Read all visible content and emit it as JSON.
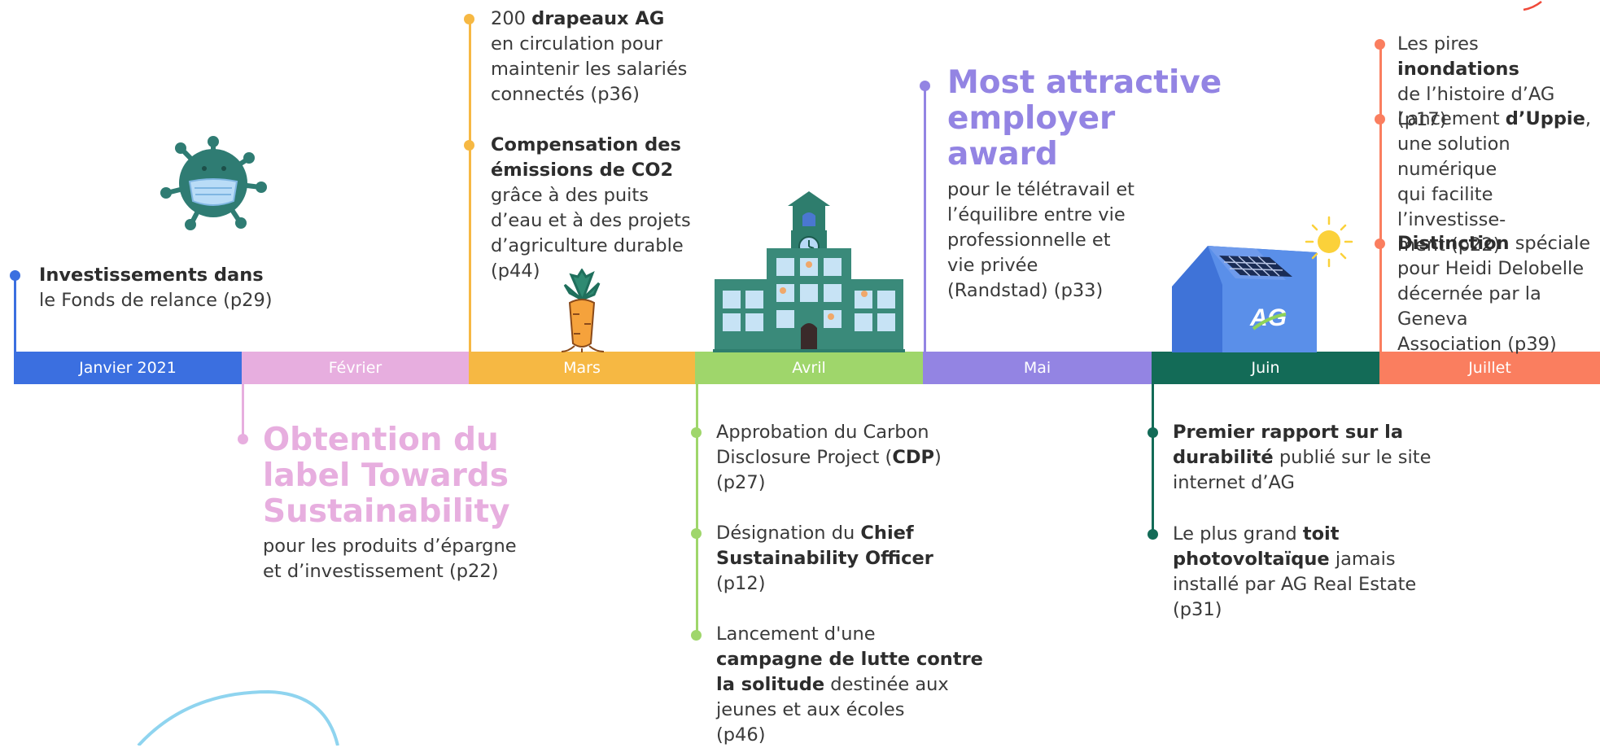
{
  "months": [
    {
      "label": "Janvier 2021",
      "color": "#3b6fe0"
    },
    {
      "label": "Février",
      "color": "#e7aedf"
    },
    {
      "label": "Mars",
      "color": "#f6b843"
    },
    {
      "label": "Avril",
      "color": "#9fd66b"
    },
    {
      "label": "Mai",
      "color": "#9384e3"
    },
    {
      "label": "Juin",
      "color": "#136b57"
    },
    {
      "label": "Juillet",
      "color": "#fa7e5f"
    }
  ],
  "events": {
    "jan": {
      "t1": "Investissements dans",
      "t2": "le Fonds de relance (p29)"
    },
    "feb": {
      "title1": "Obtention du",
      "title2": "label Towards",
      "title3": "Sustainability",
      "t1": "pour les produits d’épargne",
      "t2": "et d’investissement (p22)"
    },
    "mar_a": {
      "pre": "200 ",
      "bold": "drapeaux AG",
      "l2": "en circulation pour",
      "l3": "maintenir les salariés",
      "l4": "connectés (p36)"
    },
    "mar_b": {
      "b1": "Compensation des",
      "b2": "émissions de CO2",
      "l3": "grâce à des puits",
      "l4": "d’eau et à des projets",
      "l5": "d’agriculture durable",
      "l6": "(p44)"
    },
    "apr_a": {
      "l1": "Approbation du Carbon",
      "l2a": "Disclosure Project (",
      "l2b": "CDP",
      "l2c": ")",
      "l3": "(p27)"
    },
    "apr_b": {
      "l1a": "Désignation du ",
      "l1b": "Chief",
      "l2": "Sustainability Officer",
      "l3": "(p12)"
    },
    "apr_c": {
      "l1": "Lancement d'une",
      "l2": "campagne de lutte contre",
      "l3a": "la solitude",
      "l3b": " destinée aux",
      "l4": "jeunes et aux écoles",
      "l5": "(p46)"
    },
    "may": {
      "title1": "Most attractive",
      "title2": "employer",
      "title3": "award",
      "l1": "pour le télétravail et",
      "l2": "l’équilibre entre vie",
      "l3": "professionnelle et",
      "l4": "vie privée",
      "l5": "(Randstad) (p33)"
    },
    "jun_a": {
      "b1": "Premier rapport sur la",
      "b2": "durabilité",
      "l2": " publié sur le site",
      "l3": "internet d’AG"
    },
    "jun_b": {
      "l1a": "Le plus grand ",
      "l1b": "toit",
      "b2": "photovoltaïque",
      "l2": " jamais",
      "l3": "installé par AG Real Estate",
      "l4": "(p31)"
    },
    "jul_a": {
      "l1a": "Les pires ",
      "l1b": "inondations",
      "l2": "de l’histoire d’AG (p17)"
    },
    "jul_b": {
      "l1a": "Lancement ",
      "l1b": "d’Uppie",
      "l1c": ",",
      "l2": "une solution numérique",
      "l3": "qui facilite l’investisse-",
      "l4": "ment (p22)"
    },
    "jul_c": {
      "b1": "Distinction",
      "l1": " spéciale",
      "l2": "pour Heidi Delobelle",
      "l3": "décernée par la Geneva",
      "l4": "Association (p39)"
    }
  },
  "icons": [
    "virus-icon",
    "carrot-icon",
    "school-building-icon",
    "solar-house-icon",
    "sun-icon"
  ],
  "house_logo": "AG"
}
